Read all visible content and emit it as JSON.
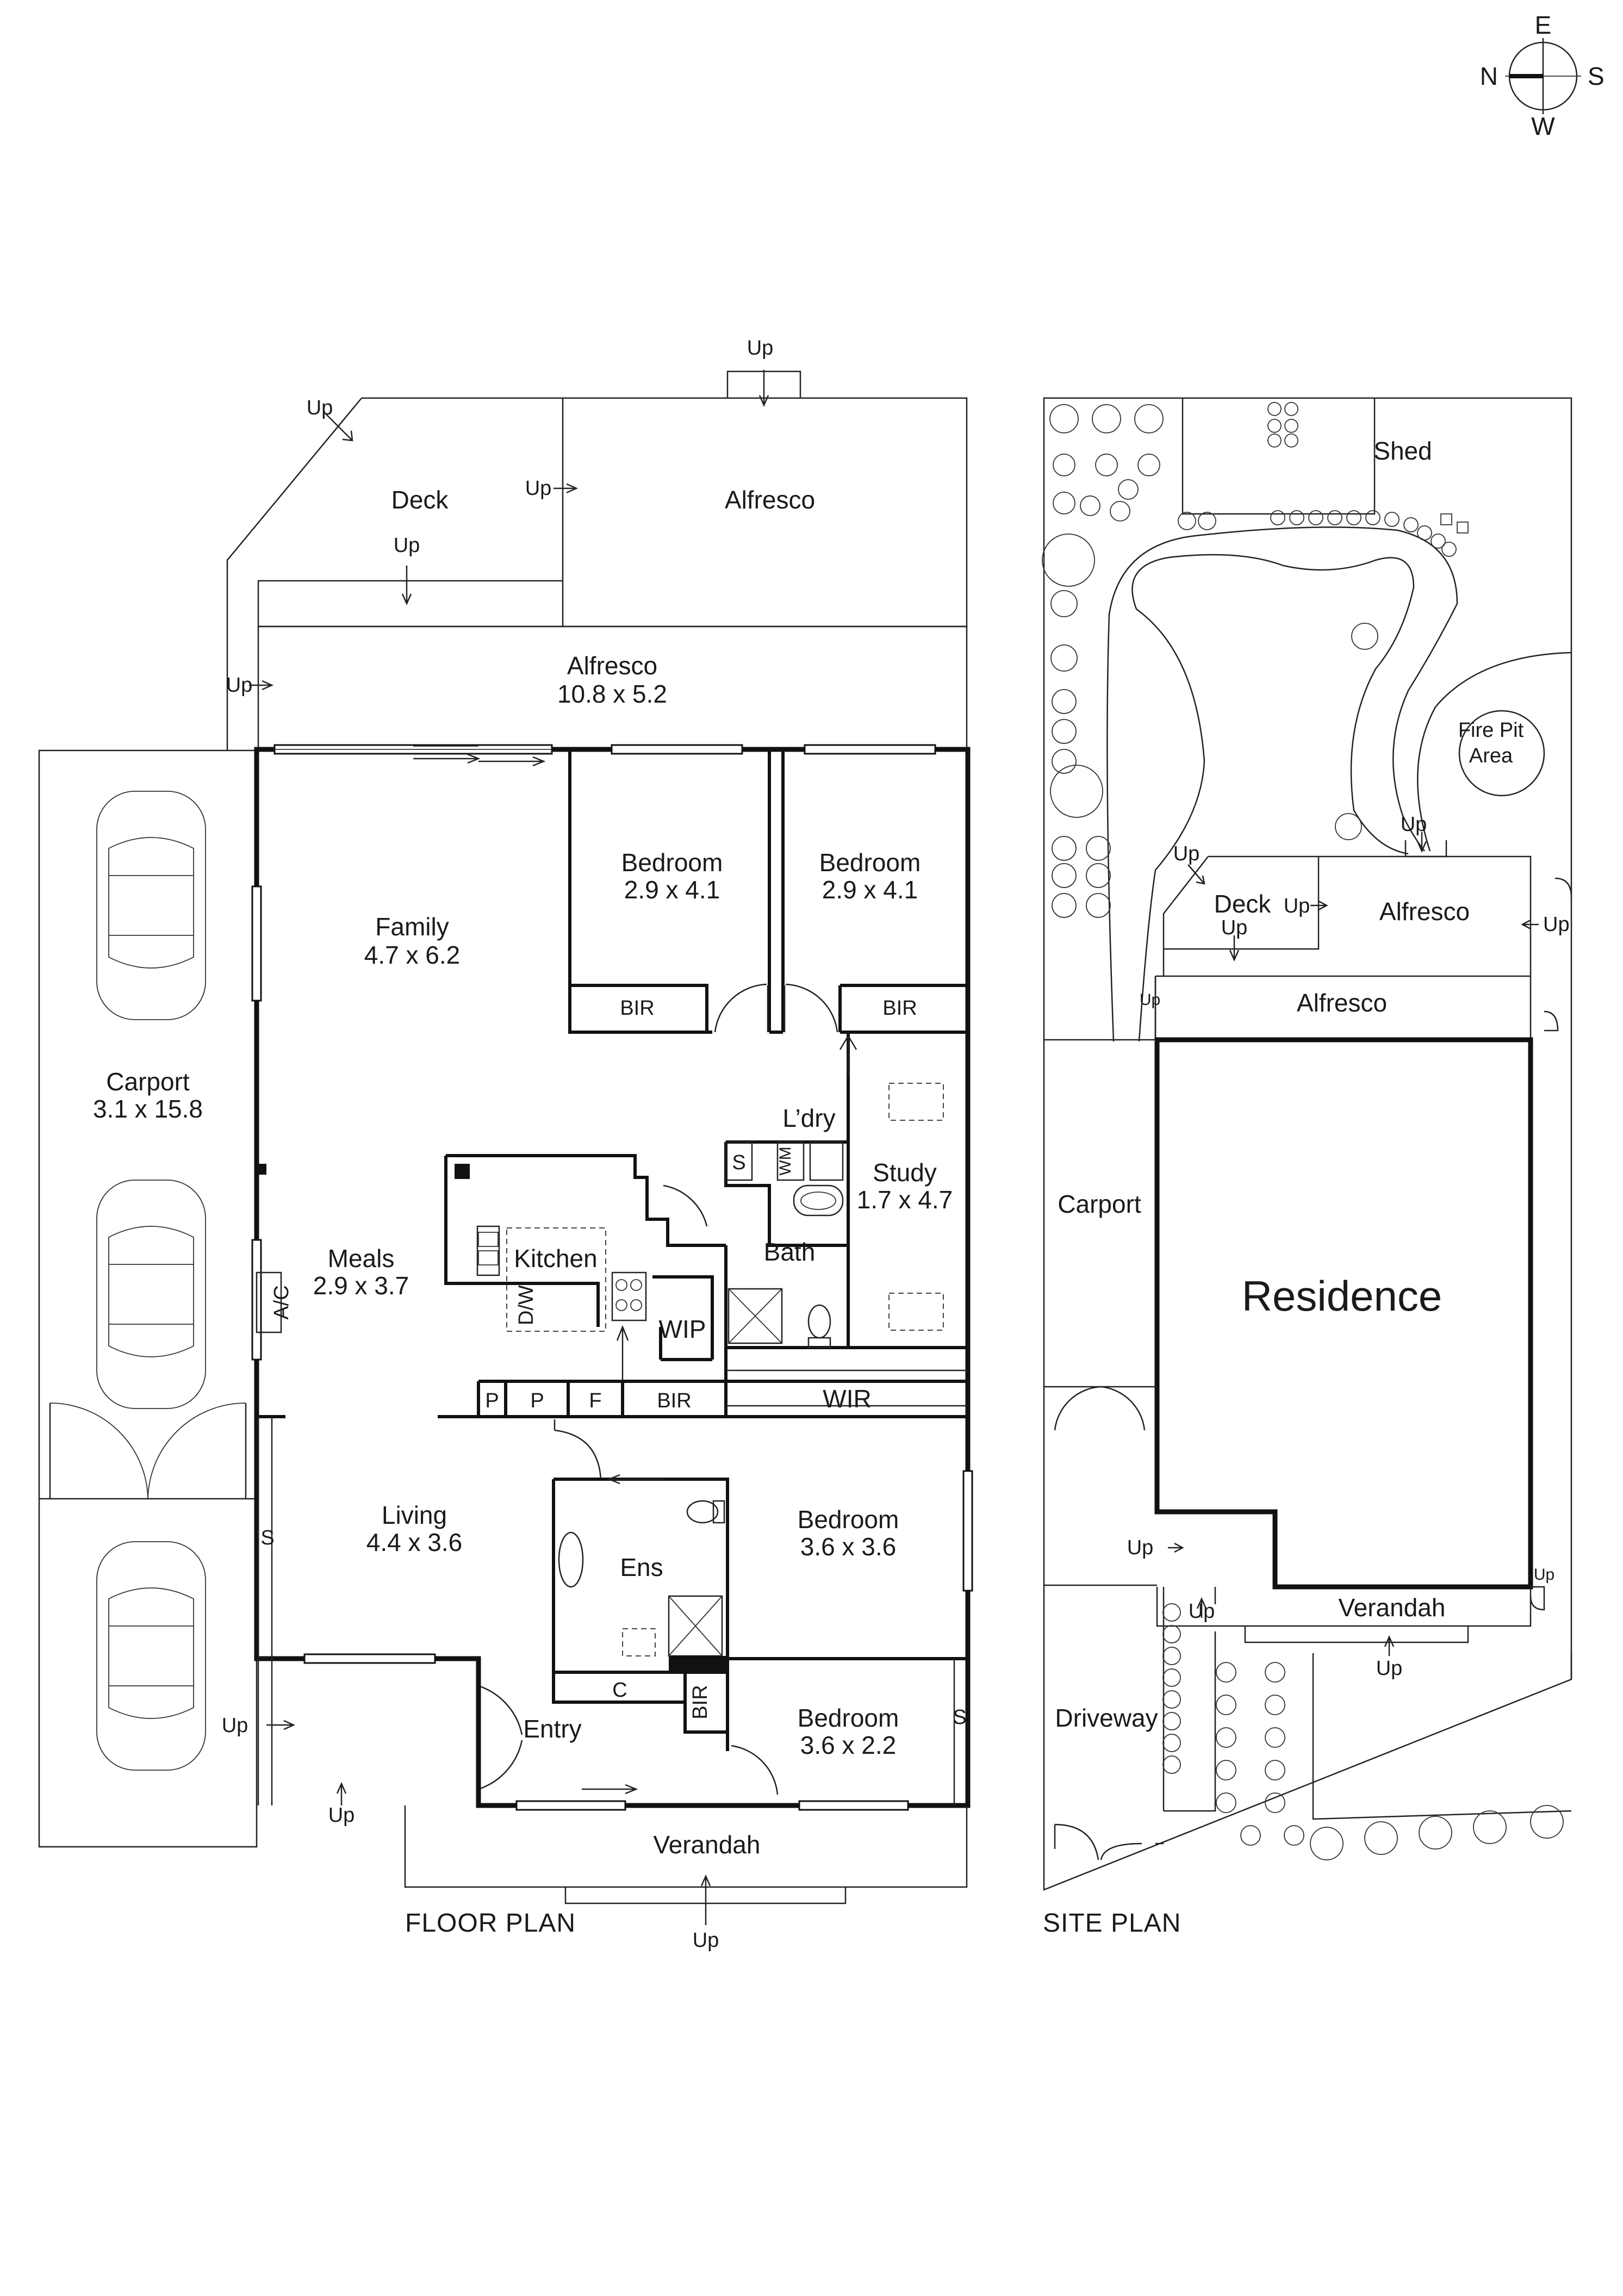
{
  "compass": {
    "n": "N",
    "e": "E",
    "s": "S",
    "w": "W"
  },
  "captions": {
    "floor_plan": "FLOOR PLAN",
    "site_plan": "SITE PLAN"
  },
  "floor_rooms": {
    "deck": "Deck",
    "alfresco_top": "Alfresco",
    "alfresco_name": "Alfresco",
    "alfresco_dim": "10.8 x 5.2",
    "carport_name": "Carport",
    "carport_dim": "3.1 x 15.8",
    "family_name": "Family",
    "family_dim": "4.7 x 6.2",
    "bed1_name": "Bedroom",
    "bed1_dim": "2.9 x 4.1",
    "bed2_name": "Bedroom",
    "bed2_dim": "2.9 x 4.1",
    "bir": "BIR",
    "laundry": "L’dry",
    "study_name": "Study",
    "study_dim": "1.7 x 4.7",
    "wm": "WM",
    "s": "S",
    "bath": "Bath",
    "kitchen": "Kitchen",
    "dw": "D/W",
    "ac": "A/C",
    "meals_name": "Meals",
    "meals_dim": "2.9 x 3.7",
    "wip": "WIP",
    "p": "P",
    "f": "F",
    "wir": "WIR",
    "living_name": "Living",
    "living_dim": "4.4 x 3.6",
    "ens": "Ens",
    "bed3_name": "Bedroom",
    "bed3_dim": "3.6 x 3.6",
    "c": "C",
    "entry": "Entry",
    "bed4_name": "Bedroom",
    "bed4_dim": "3.6 x 2.2",
    "verandah": "Verandah",
    "up": "Up"
  },
  "site_rooms": {
    "shed": "Shed",
    "fire_pit_line1": "Fire Pit",
    "fire_pit_line2": "Area",
    "deck": "Deck",
    "alfresco_right": "Alfresco",
    "alfresco_wide": "Alfresco",
    "carport": "Carport",
    "residence": "Residence",
    "verandah": "Verandah",
    "driveway": "Driveway",
    "up": "Up"
  },
  "colors": {
    "ink": "#111111",
    "paper": "#ffffff"
  }
}
